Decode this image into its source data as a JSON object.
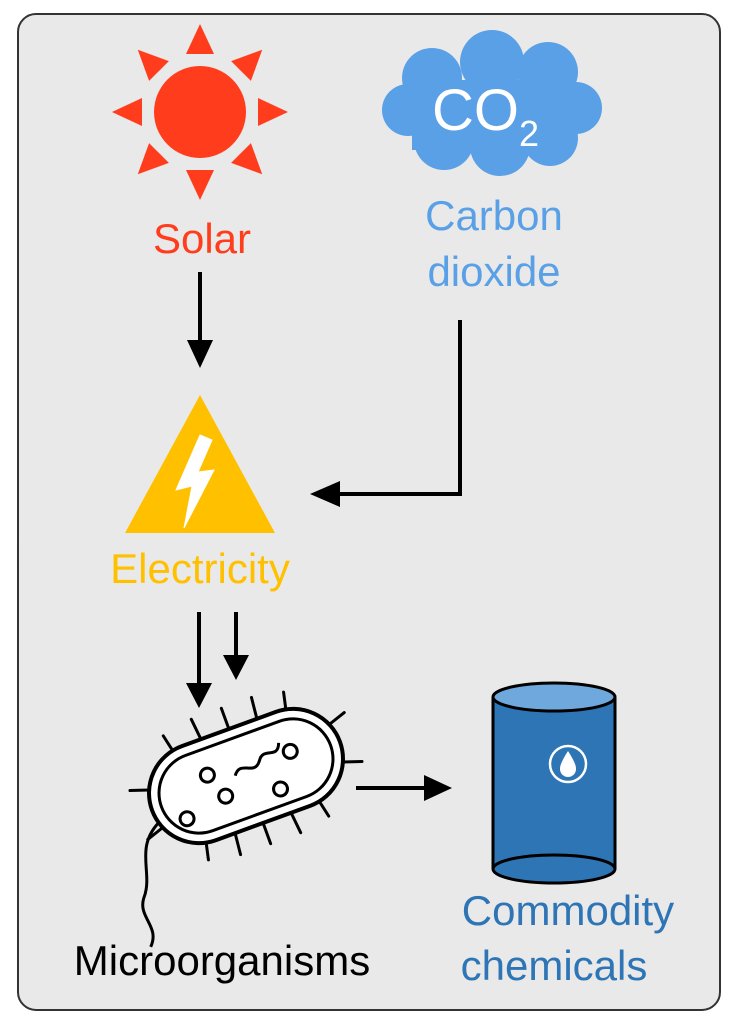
{
  "nodes": {
    "solar": {
      "label": "Solar",
      "icon": "sun-icon"
    },
    "co2": {
      "icon_text": "CO",
      "icon_subscript": "2",
      "label_line1": "Carbon",
      "label_line2": "dioxide",
      "icon": "cloud-icon"
    },
    "electricity": {
      "label": "Electricity",
      "icon": "lightning-triangle-icon"
    },
    "microorganisms": {
      "label": "Microorganisms",
      "icon": "bacterium-icon"
    },
    "chemicals": {
      "label_line1": "Commodity",
      "label_line2": "chemicals",
      "icon": "barrel-icon"
    }
  },
  "colors": {
    "panel_bg": "#e9e9e9",
    "panel_border": "#333333",
    "solar": "#ff3d1c",
    "co2": "#5aa0e6",
    "electricity": "#ffc000",
    "microorganisms": "#000000",
    "chemicals": "#2e75b6",
    "arrow": "#000000"
  }
}
